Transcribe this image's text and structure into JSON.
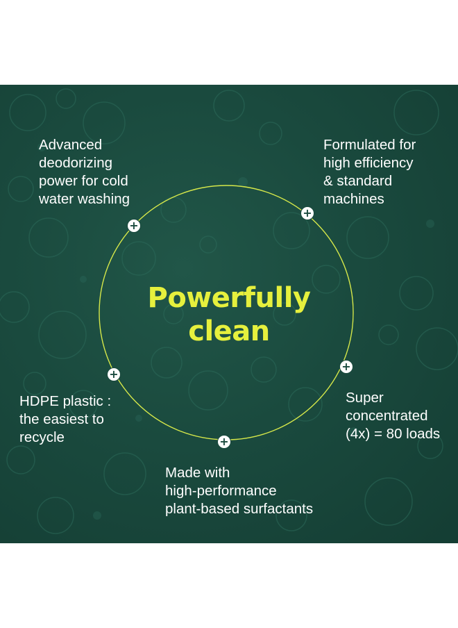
{
  "headline": {
    "line1": "Powerfully",
    "line2": "clean"
  },
  "features": [
    {
      "text": "Advanced\ndeodorizing\npower for cold\nwater washing"
    },
    {
      "text": "Formulated for\nhigh efficiency\n& standard\nmachines"
    },
    {
      "text": "HDPE plastic :\nthe easiest to\nrecycle"
    },
    {
      "text": "Super\nconcentrated\n(4x) = 80 loads"
    },
    {
      "text": "Made with\nhigh-performance\nplant-based surfactants"
    }
  ],
  "markers": {
    "glyph": "+"
  },
  "colors": {
    "background": "#1a4a3e",
    "accent": "#e6f03d",
    "ring": "#d6e84a",
    "text": "#ffffff"
  },
  "icons": [
    "plus-icon"
  ]
}
